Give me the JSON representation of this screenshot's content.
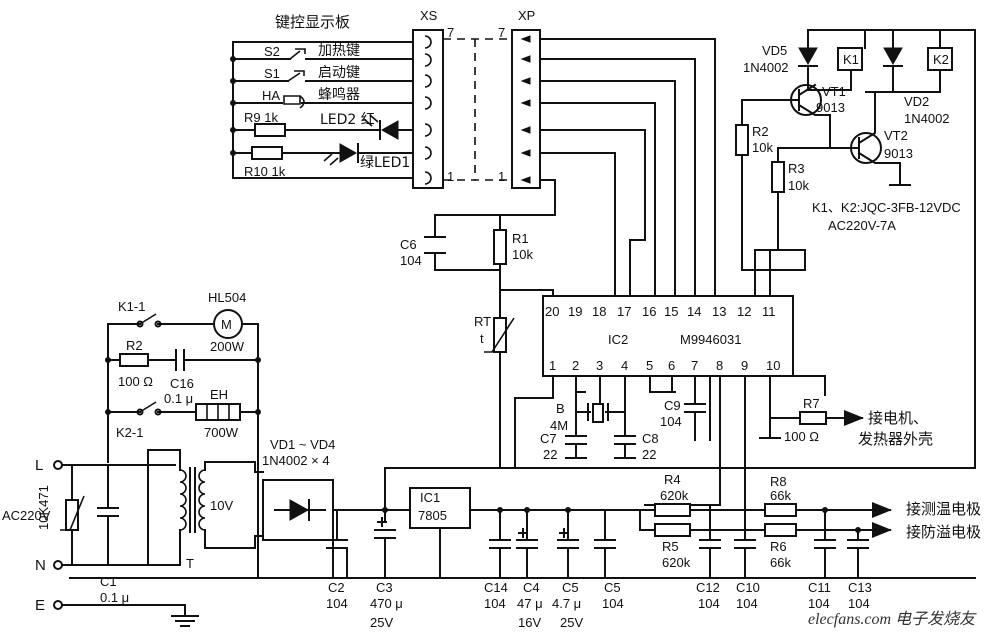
{
  "panel": {
    "title": "键控显示板",
    "s2": "S2",
    "s2_label": "加热键",
    "s1": "S1",
    "s1_label": "启动键",
    "ha": "HA",
    "ha_label": "蜂鸣器",
    "r9": "R9  1k",
    "led2": "LED2 红",
    "r10": "R10  1k",
    "led1": "绿LED1"
  },
  "connectors": {
    "xs": "XS",
    "xp": "XP",
    "xs_top": "7",
    "xs_bot": "1",
    "xp_top": "7",
    "xp_bot": "1"
  },
  "relay_section": {
    "vd5": "VD5",
    "vd5_part": "1N4002",
    "k1": "K1",
    "k2": "K2",
    "vt1": "VT1",
    "vt1_part": "9013",
    "vd2": "VD2",
    "vd2_part": "1N4002",
    "vt2": "VT2",
    "vt2_part": "9013",
    "r2": "R2",
    "r2_val": "10k",
    "r3": "R3",
    "r3_val": "10k",
    "relay_spec1": "K1、K2:JQC-3FB-12VDC",
    "relay_spec2": "AC220V-7A"
  },
  "ic2": {
    "name": "IC2",
    "part": "M9946031",
    "top_pins": [
      "20",
      "19",
      "18",
      "17",
      "16",
      "15",
      "14",
      "13",
      "12",
      "11"
    ],
    "bottom_pins": [
      "1",
      "2",
      "3",
      "4",
      "5",
      "6",
      "7",
      "8",
      "9",
      "10"
    ]
  },
  "ic2_parts": {
    "c6": "C6",
    "c6_val": "104",
    "r1": "R1",
    "r1_val": "10k",
    "rt": "RT",
    "rt_t": "t",
    "b": "B",
    "b_val": "4M",
    "c7": "C7",
    "c7_val": "22",
    "c8": "C8",
    "c8_val": "22",
    "c9": "C9",
    "c9_val": "104",
    "r7": "R7",
    "r7_val": "100 Ω",
    "r7_note1": "接电机、",
    "r7_note2": "发热器外壳"
  },
  "load": {
    "k11": "K1-1",
    "hl": "HL504",
    "hl_w": "200W",
    "m": "M",
    "r2": "R2",
    "r2_val": "100 Ω",
    "c16": "C16",
    "c16_val": "0.1 μ",
    "k21": "K2-1",
    "eh": "EH",
    "eh_w": "700W"
  },
  "power": {
    "l": "L",
    "n": "N",
    "e": "E",
    "ac": "AC220V",
    "varistor": "10K471",
    "c1": "C1",
    "c1_val": "0.1 μ",
    "t": "T",
    "v10": "10V",
    "bridge": "VD1 ~ VD4",
    "bridge_part": "1N4002 × 4",
    "c2": "C2",
    "c2_val": "104",
    "c3": "C3",
    "c3_val": "470 μ",
    "c3_v": "25V",
    "ic1": "IC1",
    "ic1_part": "7805",
    "c14": "C14",
    "c14_val": "104",
    "c4": "C4",
    "c4_val": "47 μ",
    "c4_v": "16V",
    "c5a": "C5",
    "c5a_val": "4.7 μ",
    "c5a_v": "25V",
    "c5b": "C5",
    "c5b_val": "104"
  },
  "sense": {
    "r4": "R4",
    "r4_val": "620k",
    "r5": "R5",
    "r5_val": "620k",
    "r8": "R8",
    "r8_val": "66k",
    "r6": "R6",
    "r6_val": "66k",
    "c12": "C12",
    "c12_val": "104",
    "c10": "C10",
    "c10_val": "104",
    "c11": "C11",
    "c11_val": "104",
    "c13": "C13",
    "c13_val": "104",
    "temp": "接测温电极",
    "overflow": "接防溢电极"
  },
  "watermark": "elecfans.com 电子发烧友"
}
